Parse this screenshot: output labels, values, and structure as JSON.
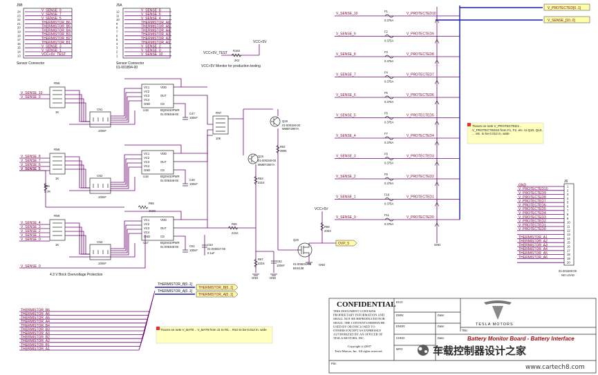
{
  "conn_j5b": {
    "ref": "J5B",
    "title": "Sensor Connector",
    "rows": [
      {
        "n": "24",
        "net": "V_SENSE_9"
      },
      {
        "n": "23",
        "net": "V_SENSE_7"
      },
      {
        "n": "22",
        "net": "V_SENSE_5"
      },
      {
        "n": "21",
        "net": "THERMISTOR_B6"
      },
      {
        "n": "20",
        "net": "THERMISTOR_B5"
      },
      {
        "n": "19",
        "net": "THERMISTOR_B4"
      },
      {
        "n": "18",
        "net": "THERMISTOR_B3"
      },
      {
        "n": "17",
        "net": "THERMISTOR_B2"
      },
      {
        "n": "16",
        "net": "THERMISTOR_B1"
      },
      {
        "n": "15",
        "net": "V_SENSE_3"
      },
      {
        "n": "14",
        "net": "V_SENSE_1"
      },
      {
        "n": "13",
        "net": "VCC+5V_TEST"
      }
    ]
  },
  "conn_j5a": {
    "ref": "J5A",
    "title": "Sensor Connector",
    "part": "01-001894-00",
    "rows": [
      {
        "n": "12",
        "net": "V_SENSE_8"
      },
      {
        "n": "11",
        "net": "V_SENSE_6"
      },
      {
        "n": "10",
        "net": "V_SENSE_4"
      },
      {
        "n": "9",
        "net": "THERMISTOR_A6"
      },
      {
        "n": "8",
        "net": "THERMISTOR_A5"
      },
      {
        "n": "7",
        "net": "THERMISTOR_A4"
      },
      {
        "n": "6",
        "net": "THERMISTOR_A3"
      },
      {
        "n": "5",
        "net": "THERMISTOR_A2"
      },
      {
        "n": "4",
        "net": "THERMISTOR_A1"
      },
      {
        "n": "3",
        "net": "V_SENSE_2"
      },
      {
        "n": "2",
        "net": "V_SENSE_0"
      },
      {
        "n": "1",
        "net": "V_SENSE_10"
      }
    ]
  },
  "monitor": {
    "vcc": "VCC+5V",
    "test": "VCC+5V_TEST",
    "ref": "R163",
    "value": "2K2",
    "caption": "VCC+5V Monitor for production testing"
  },
  "fuses": [
    {
      "in": "V_SENSE_10",
      "ref": "F1",
      "val": "0.375A",
      "out": "V_PROTECTED10"
    },
    {
      "in": "V_SENSE_9",
      "ref": "F2",
      "val": "0.375A",
      "out": "V_PROTECTED9"
    },
    {
      "in": "V_SENSE_8",
      "ref": "F3",
      "val": "0.375A",
      "out": "V_PROTECTED8"
    },
    {
      "in": "V_SENSE_7",
      "ref": "F4",
      "val": "0.375A",
      "out": "V_PROTECTED7"
    },
    {
      "in": "V_SENSE_6",
      "ref": "F5",
      "val": "0.375A",
      "out": "V_PROTECTED6"
    },
    {
      "in": "V_SENSE_5",
      "ref": "F6",
      "val": "0.375A",
      "out": "V_PROTECTED5"
    },
    {
      "in": "V_SENSE_4",
      "ref": "F7",
      "val": "0.375A",
      "out": "V_PROTECTED4"
    },
    {
      "in": "V_SENSE_3",
      "ref": "F8",
      "val": "0.375A",
      "out": "V_PROTECTED3"
    },
    {
      "in": "V_SENSE_2",
      "ref": "F9",
      "val": "0.375A",
      "out": "V_PROTECTED2"
    },
    {
      "in": "V_SENSE_1",
      "ref": "F10",
      "val": "0.375A",
      "out": "V_PROTECTED1"
    },
    {
      "in": "V_SENSE_0",
      "ref": "F11",
      "val": "0.375A",
      "out": "V_PROTECTED0"
    }
  ],
  "bus_labels": {
    "protected": "V_PROTECTED[0..1]",
    "sense": "V_SENSE_[10..0]",
    "therm_b": "THERMISTOR_B[0..1]",
    "therm_a": "THERMISTOR_A[0..1]",
    "gnd": "GND"
  },
  "note_fuse": "Traces on nets V_PROTECTED1 .. V_PROTECTED10 from F1, F2, etc. to Q10, Q13, ... etc. to be 0.012 in. wide",
  "note_vbat": "Traces on nets V_BAT0 .. V_BAT9 from J1 to R1 .. R10 to be 0.012 in. wide",
  "conn_j6": {
    "ref": "J6",
    "part": "01-001500-00",
    "caption": "NO LOAD",
    "rows": [
      {
        "n": "1",
        "net": "GND"
      },
      {
        "n": "2",
        "net": "V_PROTECTED10"
      },
      {
        "n": "3",
        "net": "V_PROTECTED9"
      },
      {
        "n": "4",
        "net": "V_PROTECTED8"
      },
      {
        "n": "5",
        "net": "V_PROTECTED7"
      },
      {
        "n": "6",
        "net": "V_PROTECTED6"
      },
      {
        "n": "7",
        "net": "V_PROTECTED5"
      },
      {
        "n": "8",
        "net": "V_PROTECTED4"
      },
      {
        "n": "9",
        "net": "V_PROTECTED3"
      },
      {
        "n": "10",
        "net": "V_PROTECTED2"
      },
      {
        "n": "11",
        "net": "V_PROTECTED1"
      },
      {
        "n": "12",
        "net": "V_PROTECTED0"
      },
      {
        "n": "13",
        "net": ""
      },
      {
        "n": "14",
        "net": "THERMISTOR_A1"
      },
      {
        "n": "15",
        "net": "THERMISTOR_A2"
      },
      {
        "n": "16",
        "net": "THERMISTOR_A3"
      },
      {
        "n": "17",
        "net": "THERMISTOR_A4"
      },
      {
        "n": "18",
        "net": "THERMISTOR_A5"
      },
      {
        "n": "19",
        "net": "THERMISTOR_A6"
      },
      {
        "n": "20",
        "net": ""
      }
    ]
  },
  "thermistor_list": [
    "THERMISTOR_B6",
    "THERMISTOR_A6",
    "THERMISTOR_A5",
    "THERMISTOR_A4",
    "THERMISTOR_B4",
    "THERMISTOR_B3",
    "THERMISTOR_A3",
    "THERMISTOR_B2",
    "THERMISTOR_A2",
    "THERMISTOR_B1",
    "THERMISTOR_A1"
  ],
  "ics": [
    {
      "ref": "U15",
      "part": "BQ29410PWR",
      "pn": "01-005346-00",
      "cap": "C47",
      "cap_val": "100nF",
      "rn": "RN6",
      "rn_val": "1K",
      "cn": "CN1",
      "cn_val": "100nF",
      "in1": "V_SENSE_10",
      "in2": "V_SENSE_9"
    },
    {
      "ref": "U16",
      "part": "BQ29410PWR",
      "pn": "01-005346-00",
      "cap": "C48",
      "cap_val": "100nF",
      "rn": "RN8",
      "rn_val": "1K",
      "cn": "CN2",
      "cn_val": "100nF",
      "in1": "V_SENSE_8",
      "in2": "V_SENSE_7",
      "in3": "V_SENSE_6",
      "in4": "V_SENSE_5"
    },
    {
      "ref": "U17",
      "part": "BQ29410PWR",
      "pn": "01-005346-00",
      "cap": "C51",
      "cap_val": "100nF",
      "rn": "RN9",
      "rn_val": "1K",
      "cn": "CN3",
      "cn_val": "100nF",
      "in1": "V_SENSE_4",
      "in2": "V_SENSE_3",
      "in3": "V_SENSE_2",
      "in4": "V_SENSE_1",
      "in5": "V_SENSE_0"
    }
  ],
  "pins": {
    "vdd": "VDD",
    "vc1": "VC1",
    "vc2": "VC2",
    "vc3": "VC3",
    "vc4": "VC4",
    "out": "OUT",
    "gnd": "GND",
    "cd": "CD"
  },
  "ovp": {
    "r46": "R46",
    "r46v": "4.7R",
    "rn7": "RN7",
    "rn7v": "10K",
    "q18": "Q18",
    "q18pn": "01-000150-00",
    "q18p": "MMBT2907A",
    "q19": "Q19",
    "q19pn": "01-000150-00",
    "q19p": "MMBT2907A",
    "r62": "R62",
    "r62v": "390K",
    "r63": "R63",
    "r63v": "221K",
    "r65": "R65",
    "r65v": "221K",
    "r66": "R66",
    "r66v": "20K0",
    "r67": "R67",
    "r67v": "221K",
    "c52": "C52",
    "c52v": "100nF",
    "c53": "C53",
    "c53pn": "01-000047-00",
    "c53v": "0.1uF",
    "r65b": "R65",
    "r65bv": "4K00",
    "q20": "Q20",
    "q20pn": "01-005031-00",
    "q20p": "BSS138",
    "vcc": "VCC+5V",
    "ovp": "OVP_5",
    "caption": "4.3 V Brick Overvoltage Protection"
  },
  "title_block": {
    "confidential": "CONFIDENTIAL",
    "body": [
      "THIS DOCUMENT CONTAINS",
      "PROPRIETARY INFORMATION AND",
      "SHALL NOT BE REPRODUCED NOR",
      "SHALL THE CONTENTS HEREIN BE",
      "USED BY OR DISCLOSED TO",
      "OTHERS EXCEPT AS EXPRESSLY",
      "AUTHORIZED BY AN OFFICER OF",
      "TESLA MOTORS, INC."
    ],
    "copyright": "Copyright (c)2007",
    "rights": "Tesla Motors, Inc. All rights reserved.",
    "eco": "ECO:",
    "dwn": "DWN:",
    "engr": "ENGR:",
    "chkd": "CHKD:",
    "mfg": "MFG:",
    "date": "Date:",
    "title": "Title:",
    "board": "Battery Monitor Board - Battery Interface",
    "logo": "TESLA MOTORS",
    "file": "File:"
  },
  "watermark": {
    "text": "车载控制器设计之家",
    "url": "www.cartech8.com"
  }
}
